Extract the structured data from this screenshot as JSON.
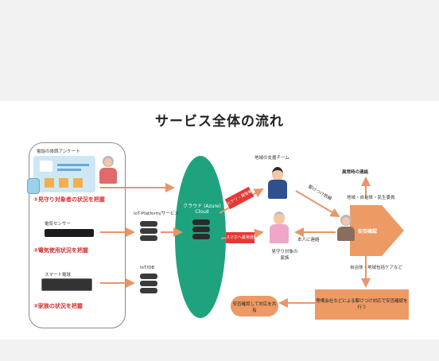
{
  "title": "サービス全体の流れ",
  "left_panel": {
    "heading": "電話の体調アンケート",
    "item1_red": "①見守り対象者の状況を把握",
    "sensor_label": "電気センサー",
    "item2_red": "②電気使用状況を把握",
    "smart_label": "スマート電球",
    "item3_red": "③家族の状況を把握"
  },
  "servers": {
    "server1_label": "IoT-Platform/サービス",
    "server2_label": "IoT/DB"
  },
  "cloud": {
    "label": "クラウド (Azure) Cloud"
  },
  "tags": {
    "tag1": "ヒヤリ・異常検知",
    "tag2": "スマホへ異常通知"
  },
  "people": {
    "family_label": "地域の支援チーム",
    "arrow_to_center": "駆けつけ依頼",
    "person_label": "見守り対象の家族",
    "arrow_to_person": "本人に連絡"
  },
  "decision": {
    "label": "安否確認",
    "top_note": "異常時の連絡",
    "top_note2": "地域・自治体・民生委員",
    "bottom_note": "自治体・地域包括ケアなど"
  },
  "bottom": {
    "box_right": "警備会社などによる駆けつけ対応で安否確認を行う",
    "box_left": "安否確認して対応を共有"
  },
  "colors": {
    "cloud": "#1fa37e",
    "arrow": "#e8956a",
    "red_text": "#d32f2f",
    "tag": "#e53935",
    "box_orange": "#ee9a64",
    "panel_bg": "#cfe7f5"
  }
}
